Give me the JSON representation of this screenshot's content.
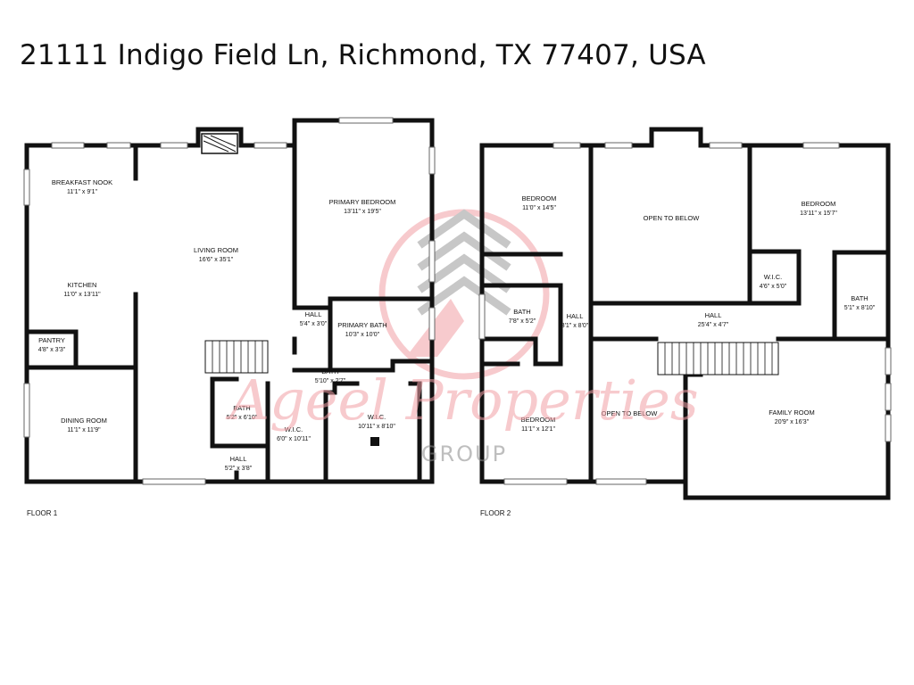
{
  "title": "21111 Indigo Field Ln, Richmond, TX 77407, USA",
  "floors": [
    {
      "label": "FLOOR 1",
      "rooms": [
        {
          "name": "BREAKFAST NOOK",
          "dims": "11'1\" x 9'1\""
        },
        {
          "name": "KITCHEN",
          "dims": "11'0\" x 13'11\""
        },
        {
          "name": "LIVING ROOM",
          "dims": "16'6\" x 35'1\""
        },
        {
          "name": "PRIMARY BEDROOM",
          "dims": "13'11\" x 19'5\""
        },
        {
          "name": "PANTRY",
          "dims": "4'8\" x 3'3\""
        },
        {
          "name": "HALL",
          "dims": "5'4\" x 3'0\""
        },
        {
          "name": "PRIMARY BATH",
          "dims": "10'3\" x 10'0\""
        },
        {
          "name": "BATH",
          "dims": "5'10\" x 2'7\""
        },
        {
          "name": "DINING ROOM",
          "dims": "11'1\" x 11'9\""
        },
        {
          "name": "BATH",
          "dims": "5'2\" x 6'10\""
        },
        {
          "name": "W.I.C.",
          "dims": "6'0\" x 10'11\""
        },
        {
          "name": "W.I.C.",
          "dims": "10'11\" x 8'10\""
        },
        {
          "name": "HALL",
          "dims": "5'2\" x 3'8\""
        }
      ]
    },
    {
      "label": "FLOOR 2",
      "rooms": [
        {
          "name": "BEDROOM",
          "dims": "11'0\" x 14'5\""
        },
        {
          "name": "OPEN TO BELOW",
          "dims": ""
        },
        {
          "name": "BEDROOM",
          "dims": "13'11\" x 15'7\""
        },
        {
          "name": "W.I.C.",
          "dims": "4'6\" x 5'0\""
        },
        {
          "name": "BATH",
          "dims": "5'1\" x 8'10\""
        },
        {
          "name": "BATH",
          "dims": "7'8\" x 5'2\""
        },
        {
          "name": "HALL",
          "dims": "3'1\" x 8'0\""
        },
        {
          "name": "HALL",
          "dims": "25'4\" x 4'7\""
        },
        {
          "name": "BEDROOM",
          "dims": "11'1\" x 12'1\""
        },
        {
          "name": "OPEN TO BELOW",
          "dims": ""
        },
        {
          "name": "FAMILY ROOM",
          "dims": "20'9\" x 16'3\""
        }
      ]
    }
  ],
  "watermark": {
    "script": "Ageel Properties",
    "group": "GROUP",
    "logo_color": "#f2a0a6",
    "text_color": "#8a8a8a"
  },
  "colors": {
    "wall": "#111111",
    "background": "#ffffff"
  }
}
